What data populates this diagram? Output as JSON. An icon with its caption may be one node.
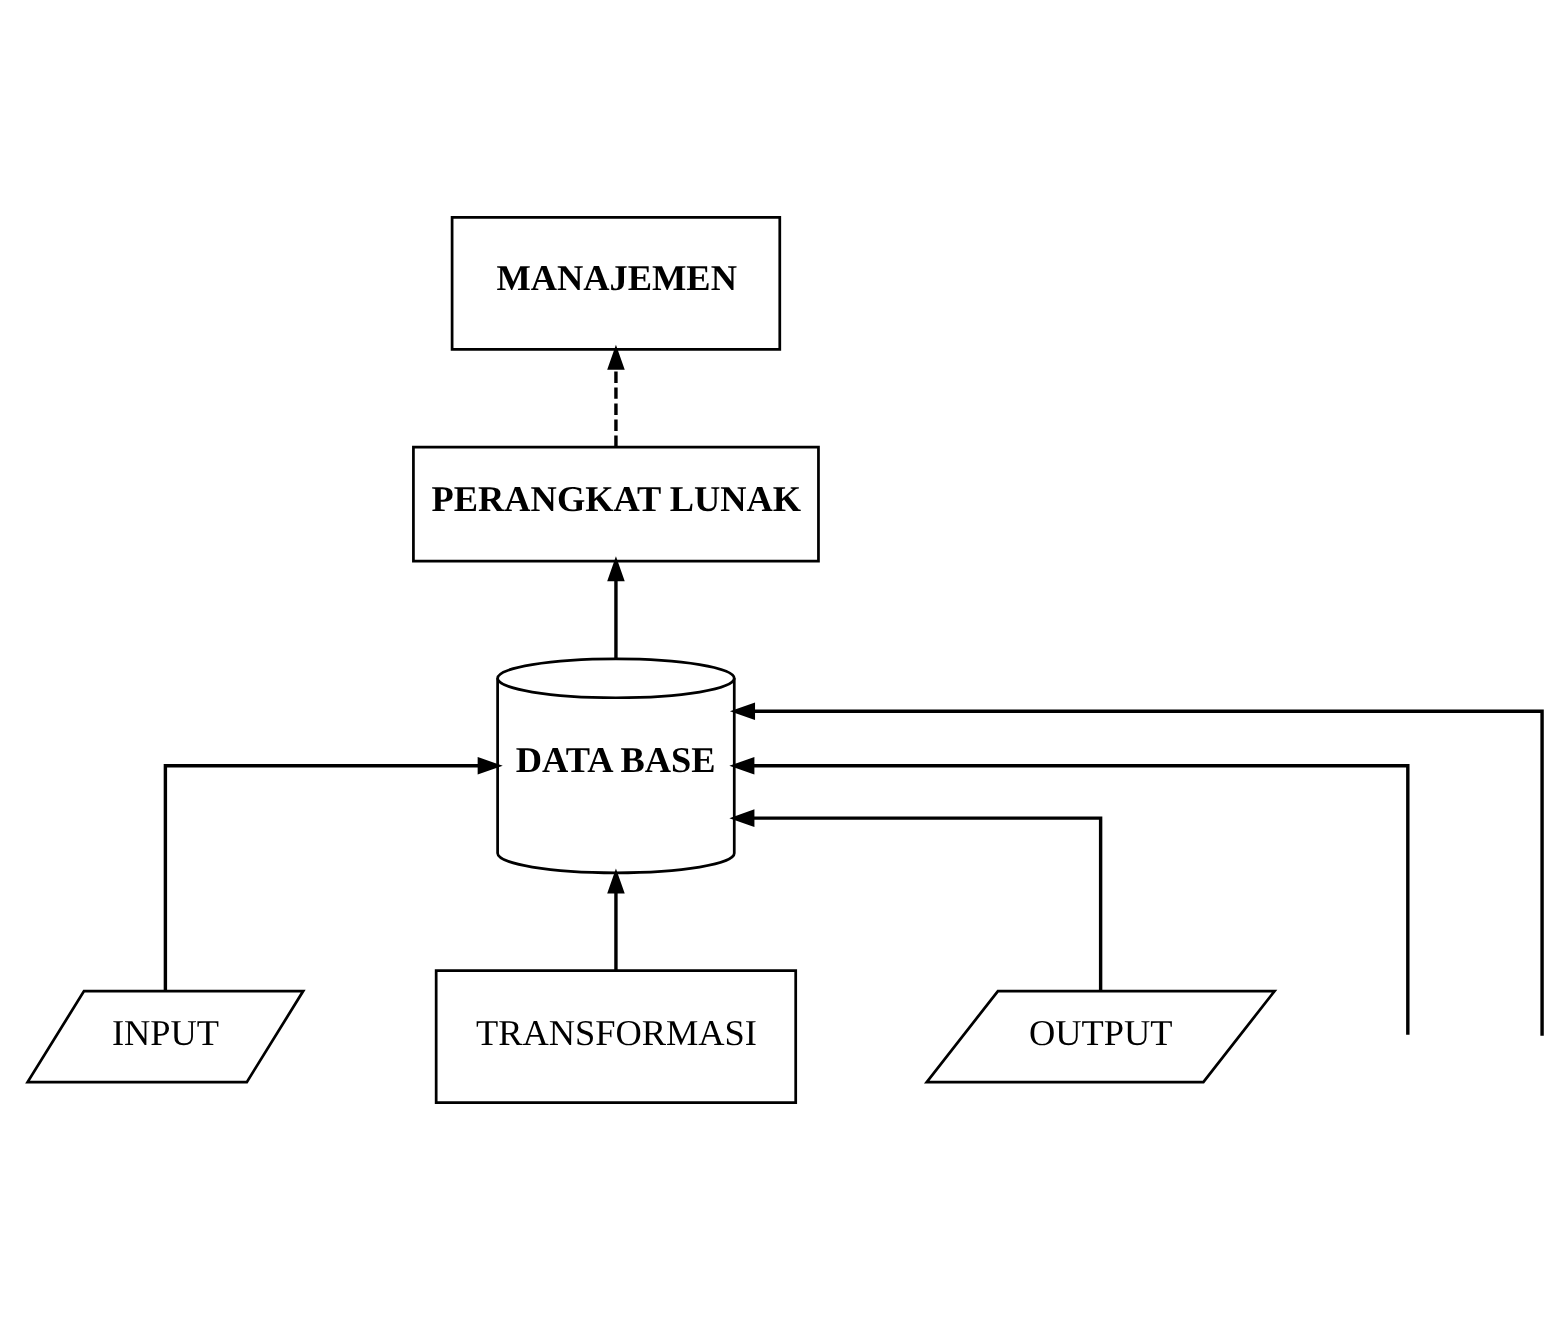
{
  "diagram": {
    "nodes": [
      {
        "text": [
          "MANAJEMEN"
        ]
      },
      {
        "text": [
          "PERANGKAT LUNAK"
        ]
      },
      {
        "text": [
          "DATA BASE"
        ]
      },
      {
        "text": [
          "INPUT"
        ]
      },
      {
        "text": [
          "TRANSFORMASI"
        ]
      },
      {
        "text": [
          "OUTPUT"
        ]
      }
    ],
    "edges": [
      {
        "from": 1,
        "to": 0,
        "arrow": "to",
        "style": "dashed"
      },
      {
        "from": 2,
        "to": 1,
        "arrow": "to"
      },
      {
        "from": null,
        "to": 2,
        "arrow": "to"
      },
      {
        "from": null,
        "to": 2,
        "arrow": "to"
      },
      {
        "from": 3,
        "to": 2,
        "arrow": "to"
      },
      {
        "from": 4,
        "to": 2,
        "arrow": "to"
      },
      {
        "from": 5,
        "to": 2,
        "arrow": "to"
      }
    ]
  }
}
